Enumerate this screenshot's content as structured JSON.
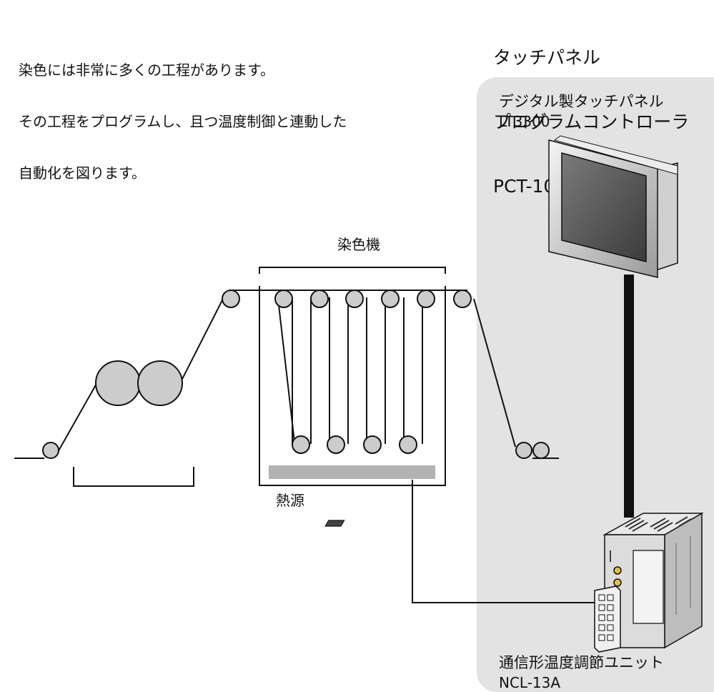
{
  "description": {
    "lines": [
      "染色には非常に多くの工程があります。",
      "その工程をプログラムし、且つ温度制御と連動した",
      "自動化を図ります。"
    ]
  },
  "product": {
    "title_lines": [
      "タッチパネル",
      "プログラムコントローラ",
      "PCT-100"
    ]
  },
  "touch_panel": {
    "name": "デジタル製タッチパネル",
    "model": "LT3300"
  },
  "machine": {
    "name": "染色機",
    "heat_source": "熱源"
  },
  "control_unit": {
    "name": "通信形温度調節ユニット",
    "model": "NCL-13A"
  },
  "colors": {
    "panel_background": "#e3e3e3",
    "roller_fill": "#cccccc",
    "heater_fill": "#b3b3b3",
    "cable": "#111111"
  }
}
